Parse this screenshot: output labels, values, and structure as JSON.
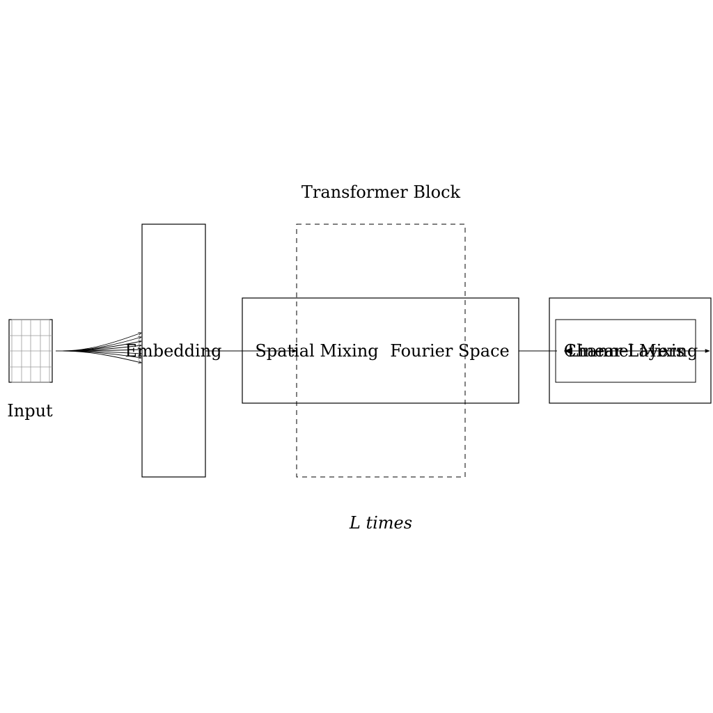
{
  "diagram": {
    "input_label": "Input",
    "embedding_label": "Embedding",
    "spatial_mixing_label": "Spatial Mixing",
    "fourier_space_label": "Fourier Space",
    "transformer_block_label": "Transformer Block",
    "repeat_label": "L times",
    "channel_mixing_label": "Channel Mixing",
    "linear_layers_label": "Linear Layers"
  }
}
